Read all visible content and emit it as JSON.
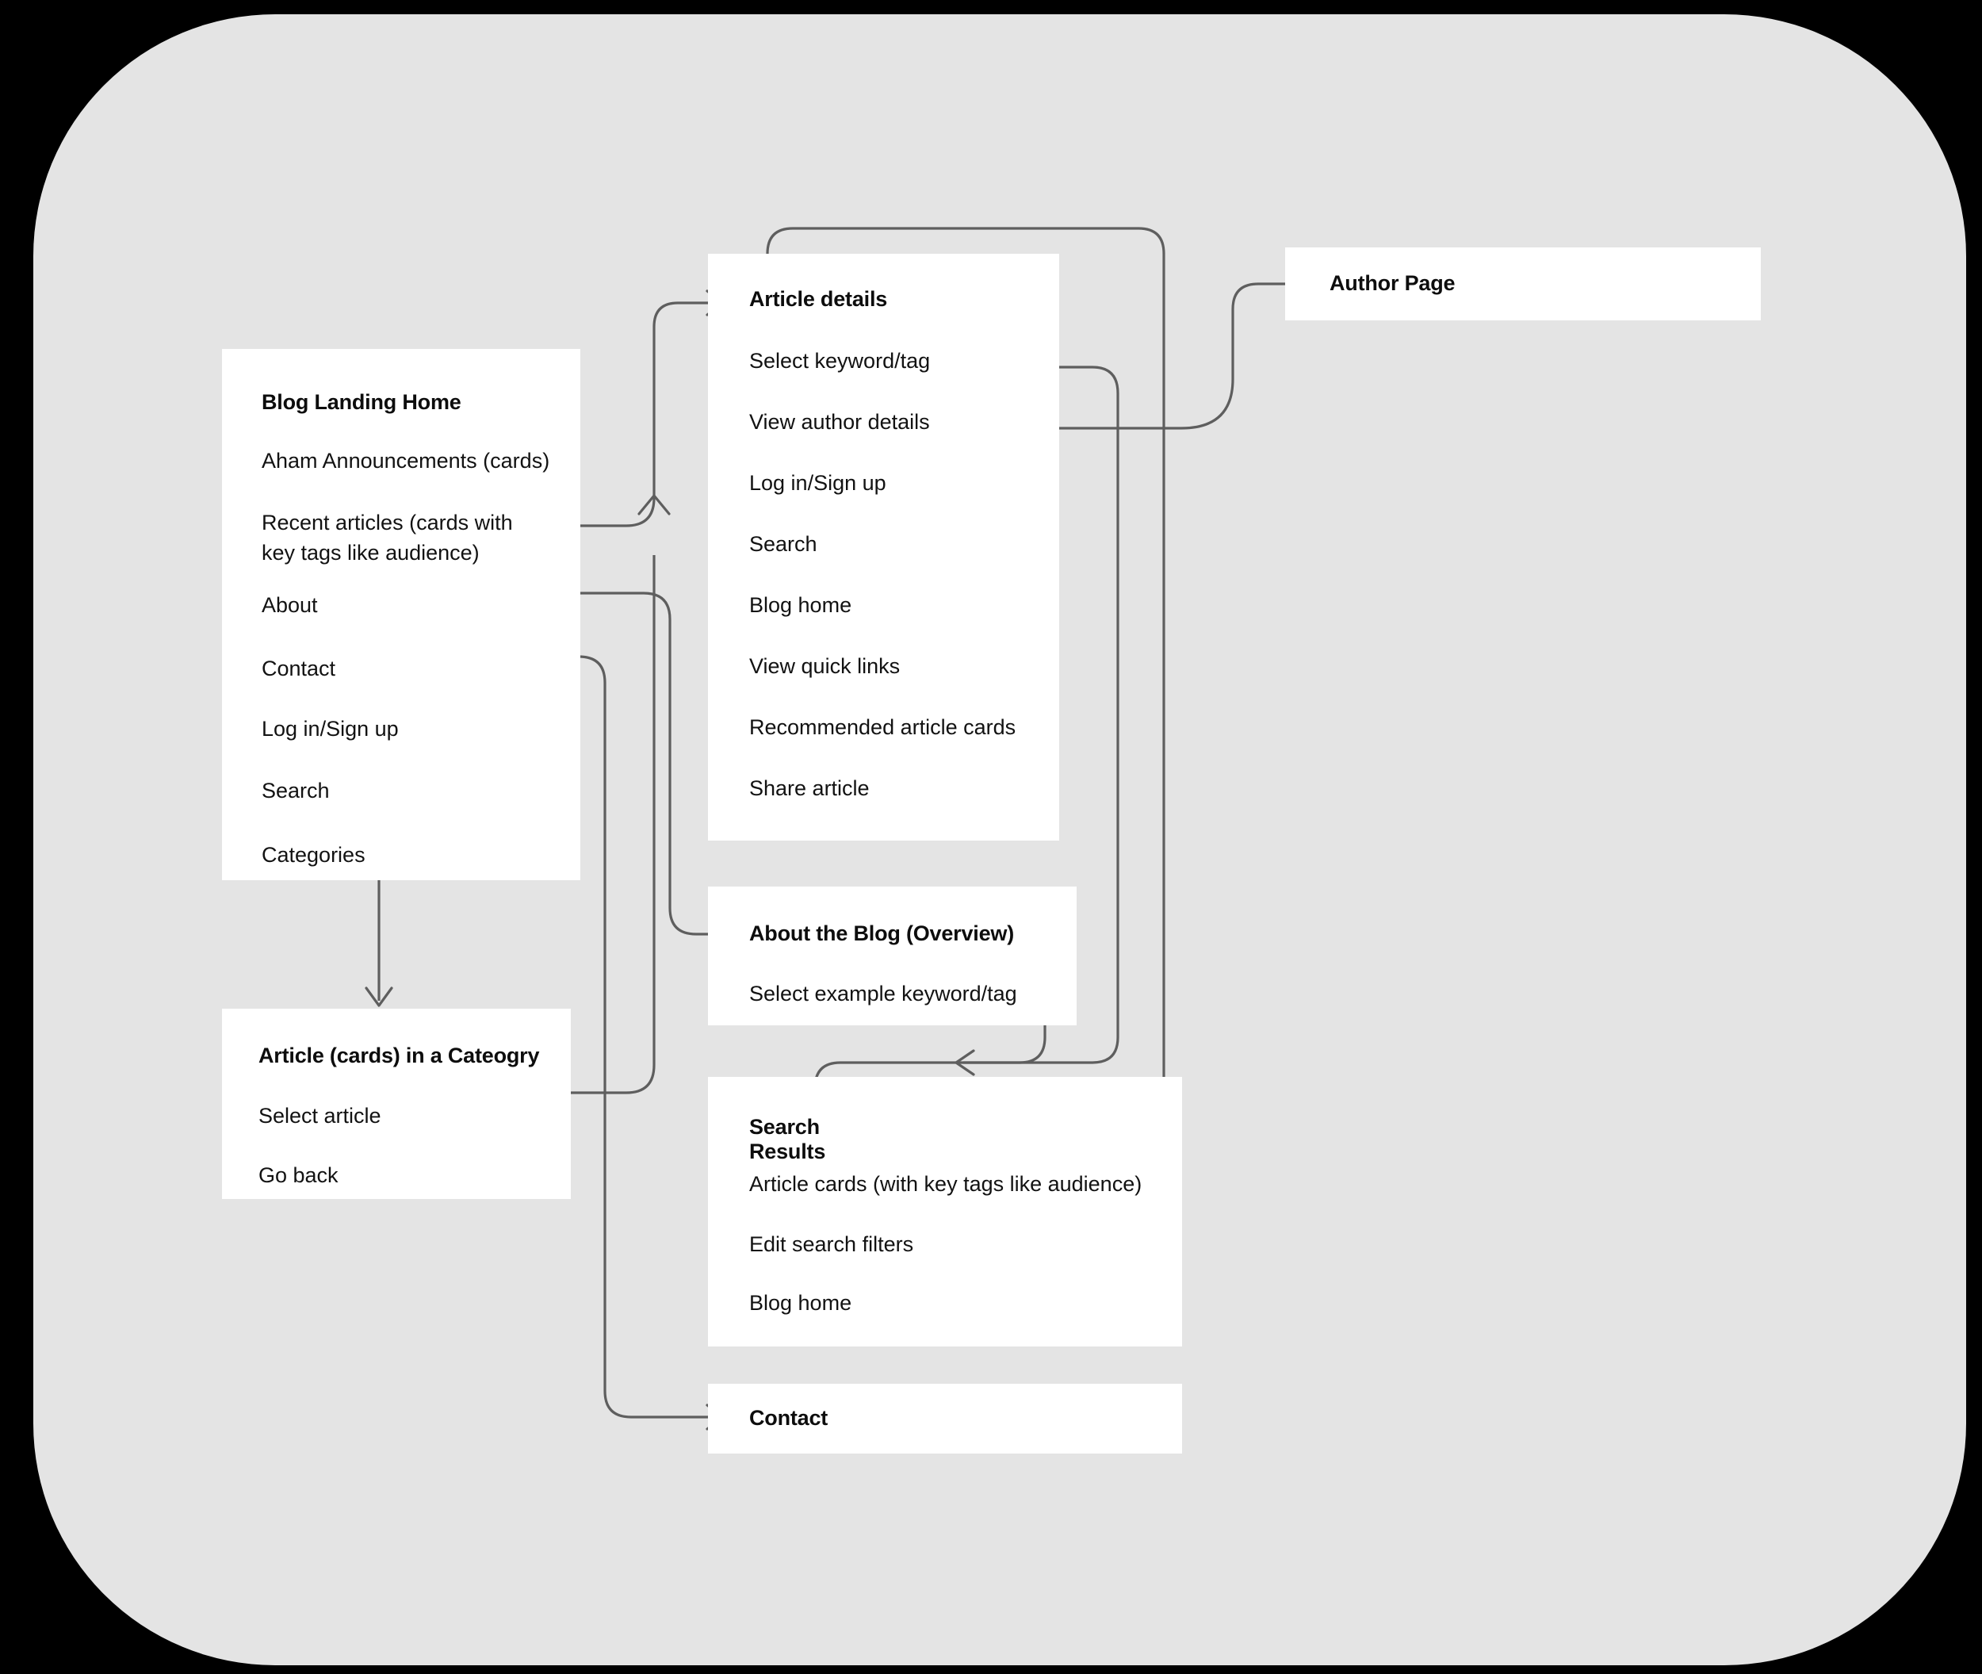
{
  "canvas": {
    "background": "#e4e4e4",
    "outer_background": "#000000",
    "card_background": "#ffffff",
    "line_color": "#5e5e5e",
    "text_color": "#121212"
  },
  "diagram": {
    "type": "user-flow-sitemap",
    "cards": [
      {
        "id": "blog-landing-home",
        "title": "Blog Landing Home",
        "items": [
          "Aham Announcements (cards)",
          "Recent articles (cards with\nkey tags like audience)",
          "About",
          "Contact",
          "Log in/Sign up",
          "Search",
          "Categories"
        ]
      },
      {
        "id": "article-details",
        "title": "Article details",
        "items": [
          "Select keyword/tag",
          "View author details",
          "Log in/Sign up",
          "Search",
          "Blog home",
          "View quick links",
          "Recommended article cards",
          "Share article"
        ]
      },
      {
        "id": "author-page",
        "title": "Author Page",
        "items": []
      },
      {
        "id": "about-the-blog",
        "title": "About the Blog (Overview)",
        "items": [
          "Select example keyword/tag"
        ]
      },
      {
        "id": "article-cards-in-category",
        "title": "Article (cards) in a Cateogry",
        "items": [
          "Select article",
          "Go back"
        ]
      },
      {
        "id": "search-results",
        "title": "Search\nResults",
        "items": [
          "Article cards (with key tags like audience)",
          "Edit search filters",
          "Blog home"
        ]
      },
      {
        "id": "contact",
        "title": "Contact",
        "items": []
      }
    ],
    "connections": [
      {
        "from": "blog-landing-home.Recent articles (cards with key tags like audience)",
        "to": "article-details"
      },
      {
        "from": "blog-landing-home.About",
        "to": "about-the-blog"
      },
      {
        "from": "blog-landing-home.Contact",
        "to": "contact"
      },
      {
        "from": "blog-landing-home.Categories",
        "to": "article-cards-in-category"
      },
      {
        "from": "article-cards-in-category.Select article",
        "to": "article-details"
      },
      {
        "from": "article-details.Select keyword/tag",
        "to": "search-results"
      },
      {
        "from": "article-details.View author details",
        "to": "author-page"
      },
      {
        "from": "about-the-blog.Select example keyword/tag",
        "to": "search-results"
      },
      {
        "from": "search-results.Article cards (with key tags like audience)",
        "to": "article-details"
      }
    ]
  }
}
